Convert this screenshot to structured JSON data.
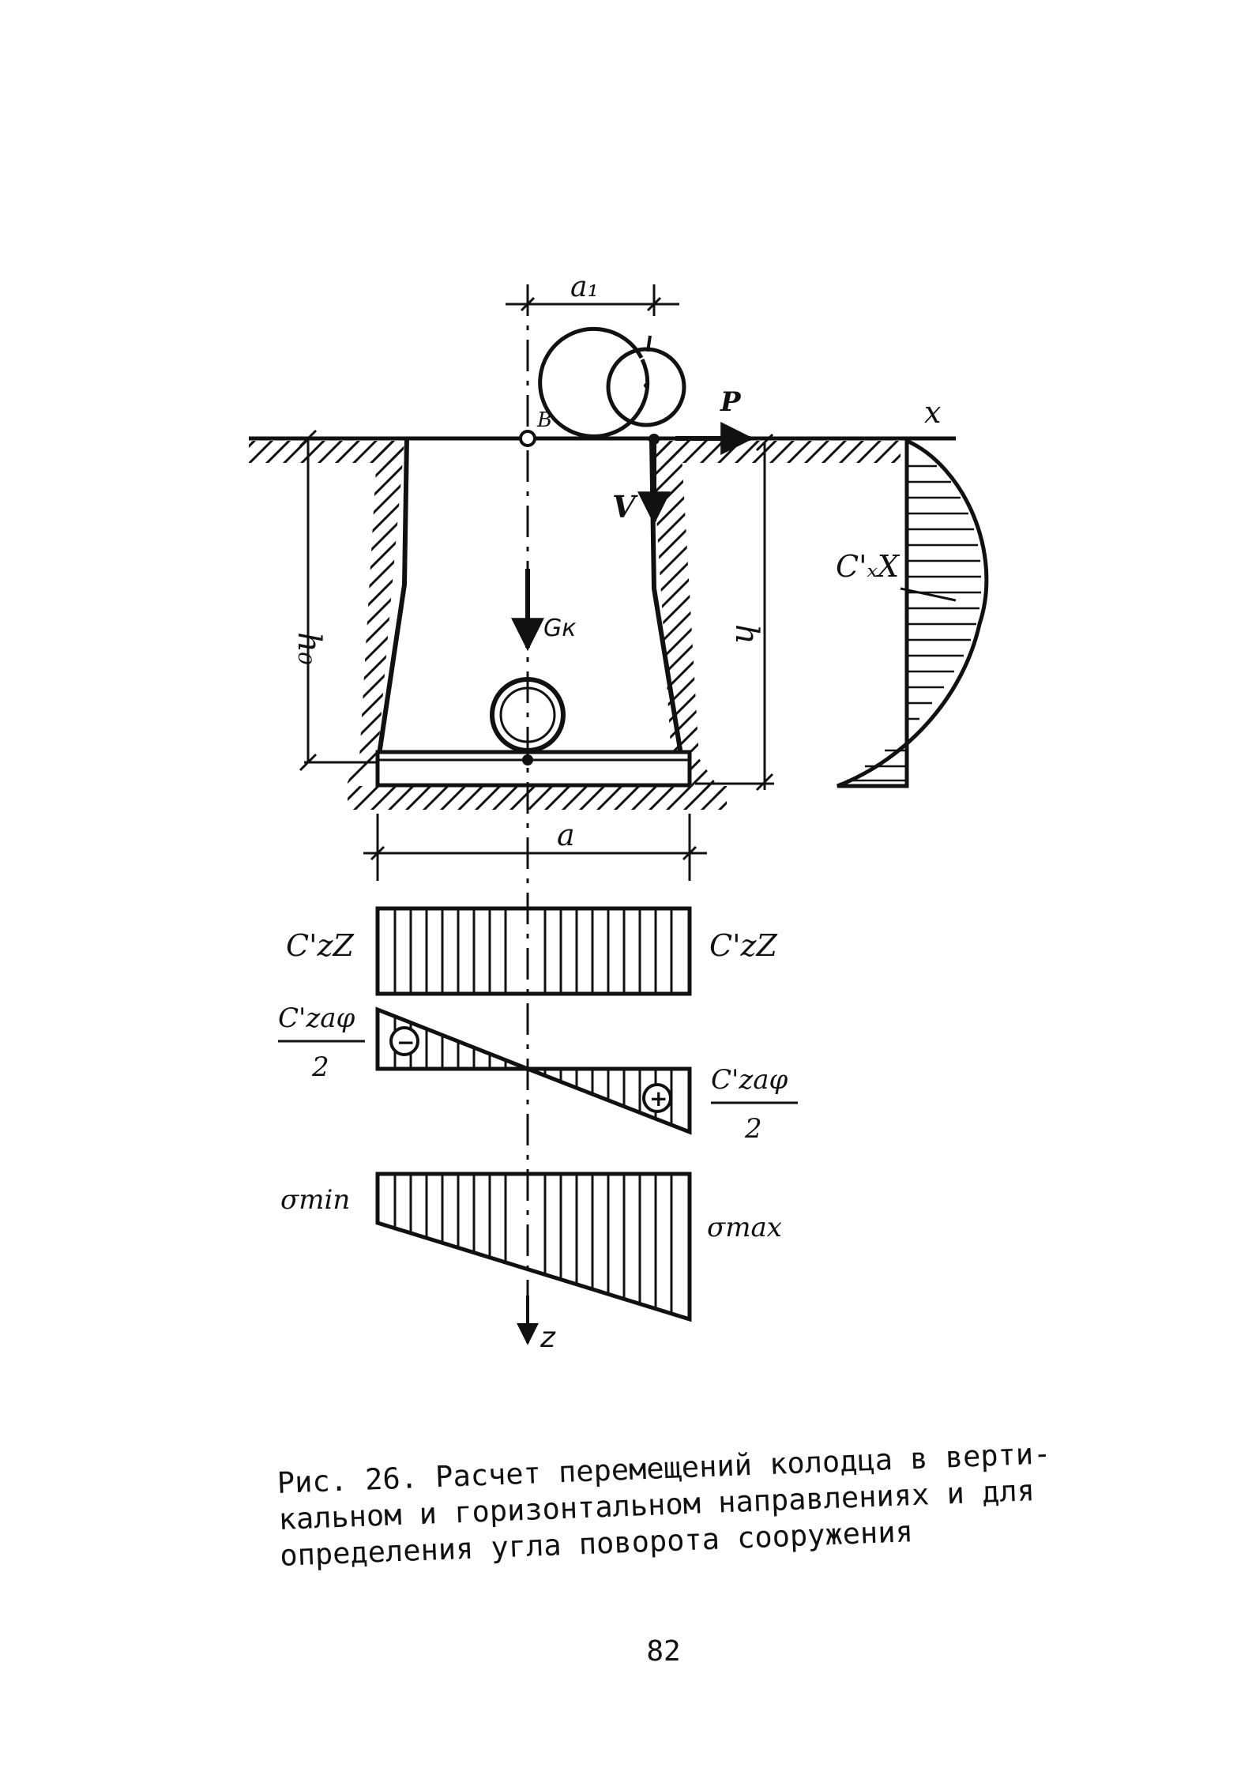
{
  "figure": {
    "labels": {
      "a1": "a₁",
      "B": "B",
      "P": "P",
      "x": "x",
      "V": "V",
      "h0": "h₀",
      "h": "h",
      "Gk": "Gк",
      "CxX": "C'ₓX",
      "a": "a",
      "CzZ_left": "C'zZ",
      "CzZ_right": "C'zZ",
      "Czaphi_left_num": "C'zaφ",
      "Czaphi_left_den": "2",
      "Czaphi_right_num": "C'zaφ",
      "Czaphi_right_den": "2",
      "minus": "−",
      "plus": "+",
      "sigma_min": "σmin",
      "sigma_max": "σmax",
      "z": "z"
    }
  },
  "caption": {
    "line1": "Рис. 26. Расчет перемещений колодца в верти-",
    "line2": "кальном и горизонтальном направлениях и для",
    "line3": "определения угла поворота сооружения"
  },
  "page_number": "82"
}
